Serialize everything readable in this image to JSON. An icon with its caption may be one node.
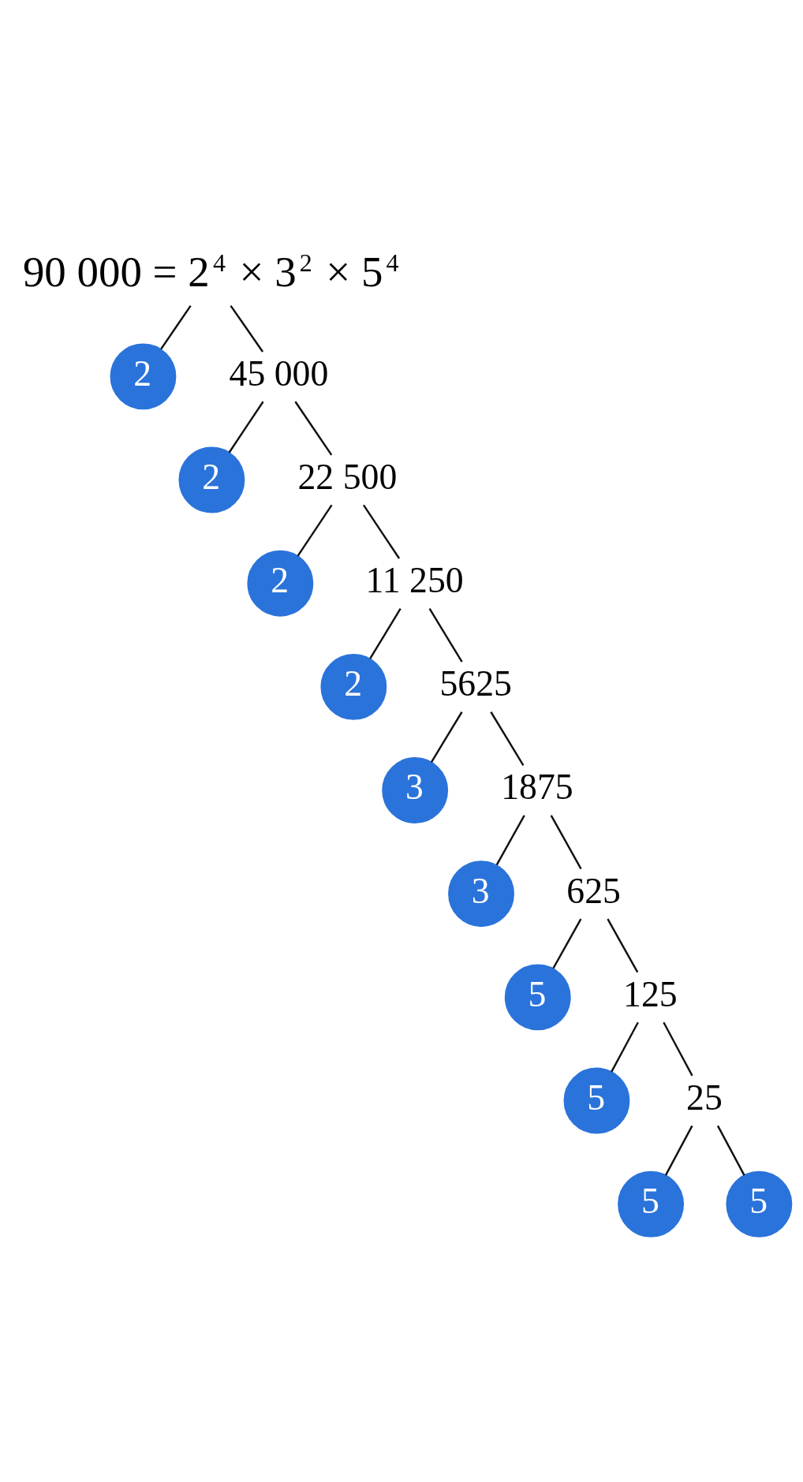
{
  "diagram": {
    "nodes": [
      {
        "text": [
          "90 000 = 2$^{4}$ × 3$^{2}$ × 5$^{4}$"
        ]
      },
      {
        "text": [
          "2"
        ]
      },
      {
        "text": [
          "45 000"
        ]
      },
      {
        "text": [
          "2"
        ]
      },
      {
        "text": [
          "22 500"
        ]
      },
      {
        "text": [
          "2"
        ]
      },
      {
        "text": [
          "11 250"
        ]
      },
      {
        "text": [
          "2"
        ]
      },
      {
        "text": [
          "5625"
        ]
      },
      {
        "text": [
          "3"
        ]
      },
      {
        "text": [
          "1875"
        ]
      },
      {
        "text": [
          "3"
        ]
      },
      {
        "text": [
          "625"
        ]
      },
      {
        "text": [
          "5"
        ]
      },
      {
        "text": [
          "125"
        ]
      },
      {
        "text": [
          "5"
        ]
      },
      {
        "text": [
          "25"
        ]
      },
      {
        "text": [
          "5"
        ]
      },
      {
        "text": [
          "5"
        ]
      }
    ],
    "edges": [
      {
        "from": 0,
        "to": 1,
        "arrow": "none"
      },
      {
        "from": 0,
        "to": 2,
        "arrow": "none"
      },
      {
        "from": 2,
        "to": 3,
        "arrow": "none"
      },
      {
        "from": 2,
        "to": 4,
        "arrow": "none"
      },
      {
        "from": 4,
        "to": 5,
        "arrow": "none"
      },
      {
        "from": 4,
        "to": 6,
        "arrow": "none"
      },
      {
        "from": 6,
        "to": 7,
        "arrow": "none"
      },
      {
        "from": 6,
        "to": 8,
        "arrow": "none"
      },
      {
        "from": 8,
        "to": 9,
        "arrow": "none"
      },
      {
        "from": 8,
        "to": 10,
        "arrow": "none"
      },
      {
        "from": 10,
        "to": 11,
        "arrow": "none"
      },
      {
        "from": 10,
        "to": 12,
        "arrow": "none"
      },
      {
        "from": 12,
        "to": 13,
        "arrow": "none"
      },
      {
        "from": 12,
        "to": 14,
        "arrow": "none"
      },
      {
        "from": 14,
        "to": 15,
        "arrow": "none"
      },
      {
        "from": 14,
        "to": 16,
        "arrow": "none"
      },
      {
        "from": 16,
        "to": 17,
        "arrow": "none"
      },
      {
        "from": 16,
        "to": 18,
        "arrow": "none"
      }
    ]
  }
}
